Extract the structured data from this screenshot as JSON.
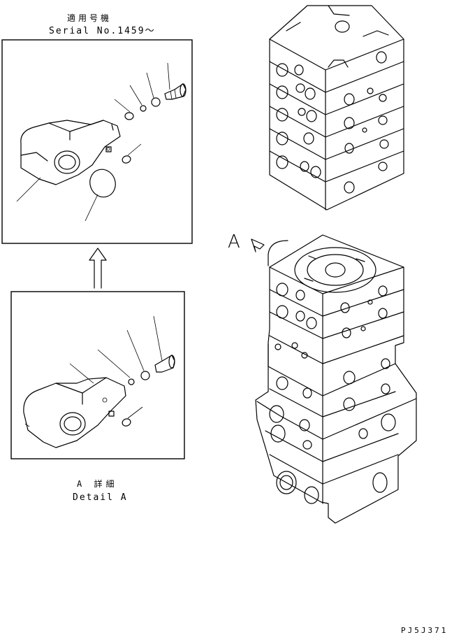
{
  "header": {
    "applicable_label": "適用号機",
    "serial_label": "Serial No.1459～"
  },
  "detail": {
    "label_jp": "A 詳細",
    "label_en": "Detail A"
  },
  "view_arrow_label": "A",
  "drawing_code": "PJ5J371"
}
